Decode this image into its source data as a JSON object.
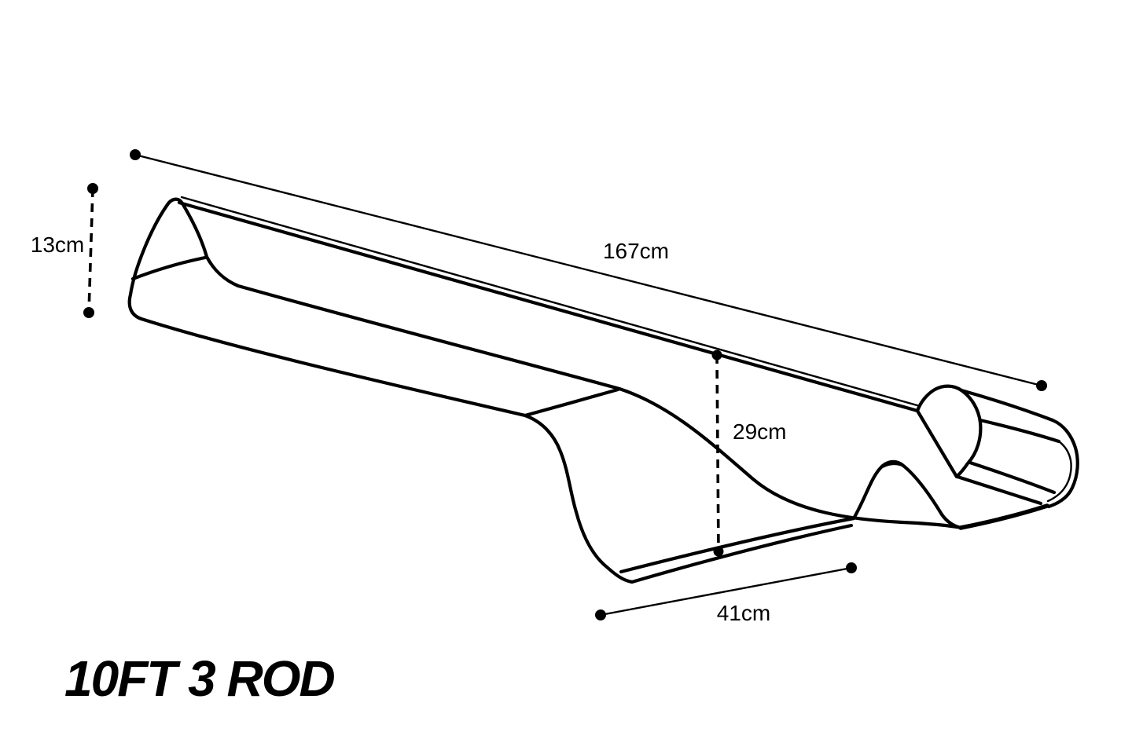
{
  "canvas": {
    "background_color": "#ffffff",
    "line_color": "#000000"
  },
  "product_title": "10FT 3 ROD",
  "drawing": {
    "subject": "rod-holdall-isometric-outline",
    "dimensions": {
      "overall_length_label": "167cm",
      "tip_height_label": "13cm",
      "mid_depth_label": "29cm",
      "base_length_label": "41cm"
    }
  }
}
